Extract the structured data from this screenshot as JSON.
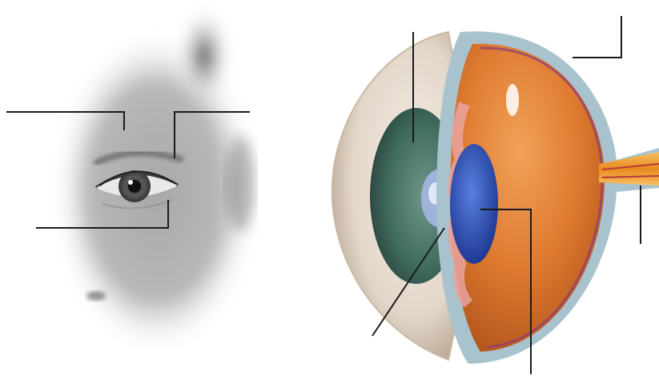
{
  "diagram": {
    "panels": [
      {
        "id": "face",
        "subject": "face-eye-photo"
      },
      {
        "id": "eyeball",
        "subject": "eyeball-cross-section"
      }
    ],
    "label_lines": [
      {
        "panel": "face",
        "target": "eyebrow",
        "label": ""
      },
      {
        "panel": "face",
        "target": "eyelid",
        "label": ""
      },
      {
        "panel": "face",
        "target": "eyelashes",
        "label": ""
      },
      {
        "panel": "eyeball",
        "target": "iris",
        "label": ""
      },
      {
        "panel": "eyeball",
        "target": "retina",
        "label": ""
      },
      {
        "panel": "eyeball",
        "target": "optic-nerve",
        "label": ""
      },
      {
        "panel": "eyeball",
        "target": "pupil",
        "label": ""
      },
      {
        "panel": "eyeball",
        "target": "lens",
        "label": ""
      }
    ],
    "colors": {
      "leader_line": "#1a1a1a",
      "sclera": "#e6ddd2",
      "iris": "#4f7a6e",
      "lens": "#2f4fb0",
      "interior": "#d8742a",
      "optic_nerve": "#f0a030",
      "skin_gray": "#9a9a9a"
    }
  }
}
